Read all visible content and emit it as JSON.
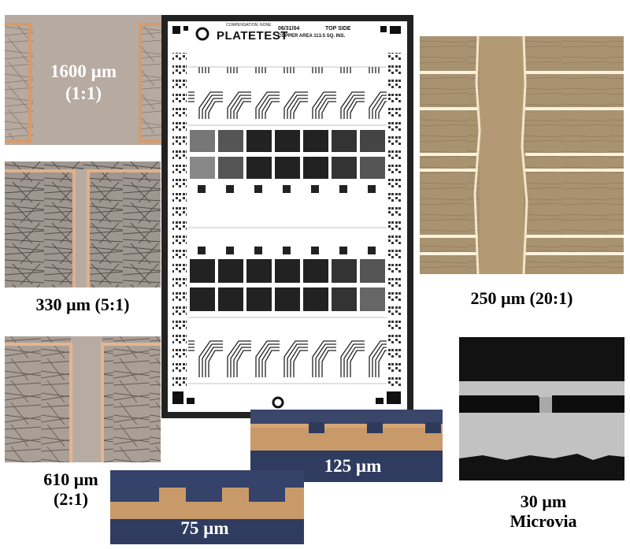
{
  "captions": {
    "c1600_line1": "1600 µm",
    "c1600_line2": "(1:1)",
    "c330": "330 µm (5:1)",
    "c610_line1": "610 µm",
    "c610_line2": "(2:1)",
    "c250": "250 µm (20:1)",
    "c125": "125 µm",
    "c75": "75 µm",
    "c30_line1": "30 µm",
    "c30_line2": "Microvia"
  },
  "panel": {
    "title": "PLATETEST",
    "small_header": "COMPENSATION: NONE",
    "date": "06/31/04",
    "side": "TOP SIDE",
    "area": "COPPER AREA 113.5 SQ. INS."
  },
  "colors": {
    "cross_section_bg": "#b5a79b",
    "copper": "#c98a5a",
    "copper_bright": "#f3d2a8",
    "blue_substrate": "#3c4a6e",
    "microvia_dark": "#111111",
    "microvia_gray": "#bdbdbd"
  }
}
